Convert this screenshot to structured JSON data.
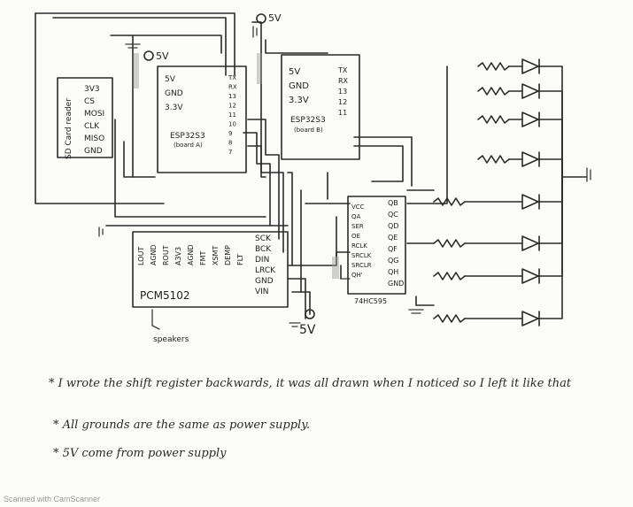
{
  "power": {
    "label": "5V"
  },
  "sd": {
    "title": "SD Card reader",
    "pins": [
      "3V3",
      "CS",
      "MOSI",
      "CLK",
      "MISO",
      "GND"
    ]
  },
  "board_a": {
    "left_pins": [
      "5V",
      "GND",
      "3.3V"
    ],
    "right_pins": [
      "TX",
      "RX",
      "13",
      "12",
      "11",
      "10",
      "9",
      "8",
      "7"
    ],
    "name": "ESP32S3",
    "sub": "(board A)"
  },
  "board_b": {
    "left_pins": [
      "5V",
      "GND",
      "3.3V"
    ],
    "right_pins": [
      "TX",
      "RX",
      "13",
      "12",
      "11"
    ],
    "name": "ESP32S3",
    "sub": "(board B)"
  },
  "dac": {
    "name": "PCM5102",
    "top_pins": [
      "LOUT",
      "AGND",
      "ROUT",
      "A3V3",
      "AGND",
      "FMT",
      "XSMT",
      "DEMP",
      "FLT"
    ],
    "right_pins": [
      "SCK",
      "BCK",
      "DIN",
      "LRCK",
      "GND",
      "VIN"
    ],
    "speaker": "speakers"
  },
  "shift": {
    "name": "74HC595",
    "left_pins": [
      "VCC",
      "QA",
      "SER",
      "OE",
      "RCLK",
      "SRCLK",
      "SRCLR",
      "QH'"
    ],
    "right_pins": [
      "QB",
      "QC",
      "QD",
      "QE",
      "QF",
      "QG",
      "QH",
      "GND"
    ]
  },
  "notes": [
    "* I wrote the shift register backwards, it was all drawn when I noticed so I left it like that",
    "* All grounds are the same as power supply.",
    "* 5V come from power supply"
  ],
  "watermark": "Scanned with CamScanner"
}
